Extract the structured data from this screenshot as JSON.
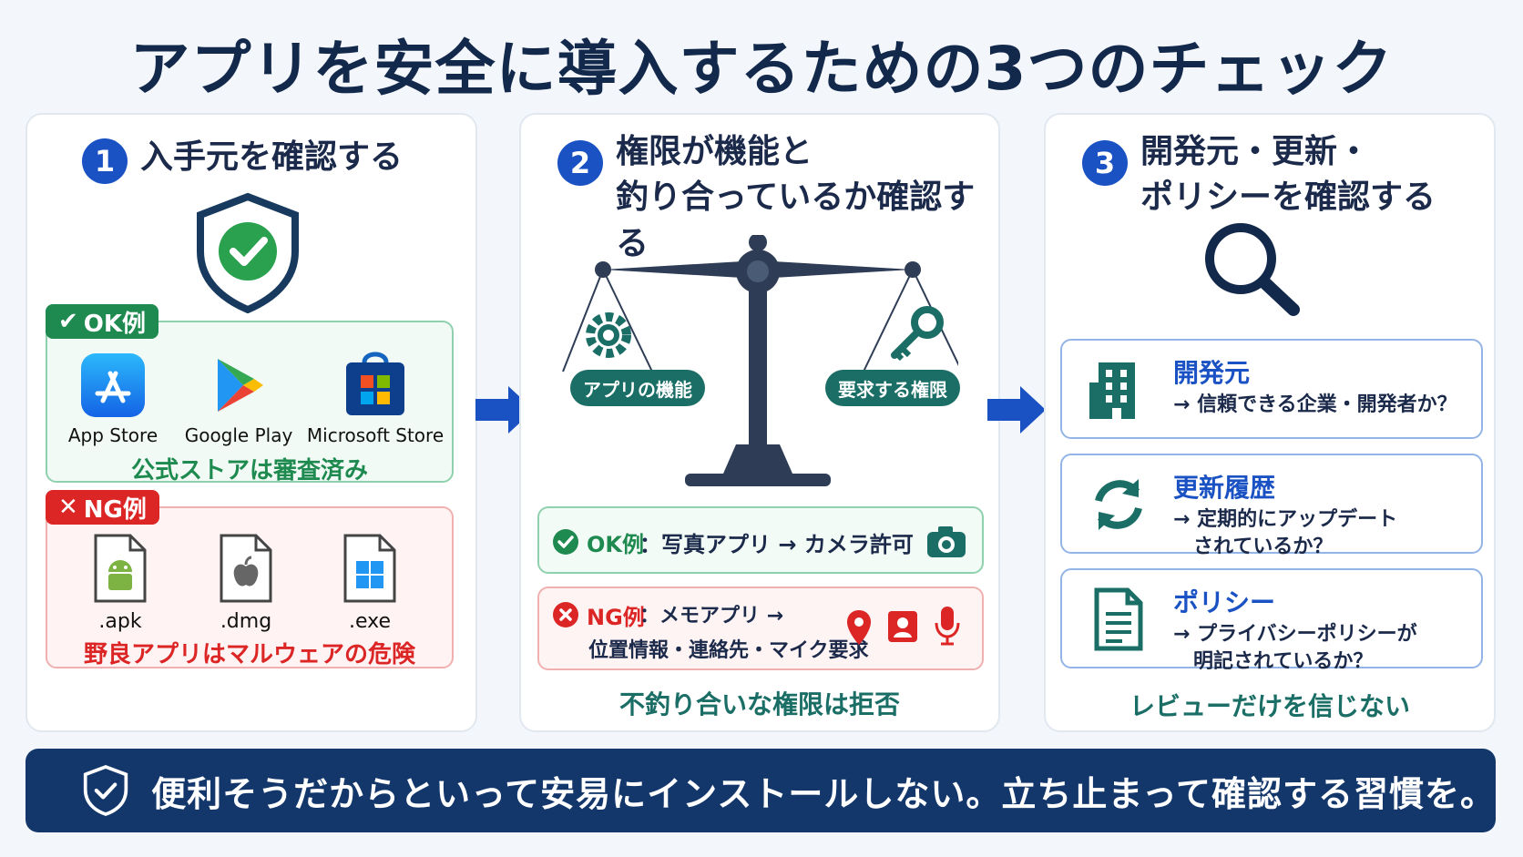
{
  "title": "アプリを安全に導入するための3つのチェック",
  "colors": {
    "navy": "#13294b",
    "blue": "#1a52c4",
    "green": "#1e8a4f",
    "red": "#dc2626",
    "teal": "#1a6e66"
  },
  "step1": {
    "num": "1",
    "heading": "入手元を確認する",
    "ok_tag": "OK例",
    "stores": [
      {
        "label": "App Store",
        "icon": "app-store-icon"
      },
      {
        "label": "Google Play",
        "icon": "google-play-icon"
      },
      {
        "label": "Microsoft Store",
        "icon": "microsoft-store-icon"
      }
    ],
    "ok_note": "公式ストアは審査済み",
    "ng_tag": "NG例",
    "files": [
      {
        "label": ".apk",
        "icon": "android-file-icon"
      },
      {
        "label": ".dmg",
        "icon": "apple-file-icon"
      },
      {
        "label": ".exe",
        "icon": "windows-file-icon"
      }
    ],
    "ng_note": "野良アプリはマルウェアの危険"
  },
  "step2": {
    "num": "2",
    "heading_line1": "権限が機能と",
    "heading_line2": "釣り合っているか確認する",
    "scale_left": "アプリの機能",
    "scale_right": "要求する権限",
    "ok_label": "OK例",
    "ok_text": "：写真アプリ → カメラ許可",
    "ng_label": "NG例",
    "ng_text_line1": "：メモアプリ →",
    "ng_text_line2": "位置情報・連絡先・マイク要求",
    "note": "不釣り合いな権限は拒否"
  },
  "step3": {
    "num": "3",
    "heading_line1": "開発元・更新・",
    "heading_line2": "ポリシーを確認する",
    "items": [
      {
        "title": "開発元",
        "desc_line1": "→ 信頼できる企業・開発者か？",
        "desc_line2": "",
        "icon": "building-icon"
      },
      {
        "title": "更新履歴",
        "desc_line1": "→ 定期的にアップデート",
        "desc_line2": "　されているか？",
        "icon": "refresh-icon"
      },
      {
        "title": "ポリシー",
        "desc_line1": "→ プライバシーポリシーが",
        "desc_line2": "　明記されているか？",
        "icon": "document-icon"
      }
    ],
    "note": "レビューだけを信じない"
  },
  "footer": "便利そうだからといって安易にインストールしない。立ち止まって確認する習慣を。"
}
